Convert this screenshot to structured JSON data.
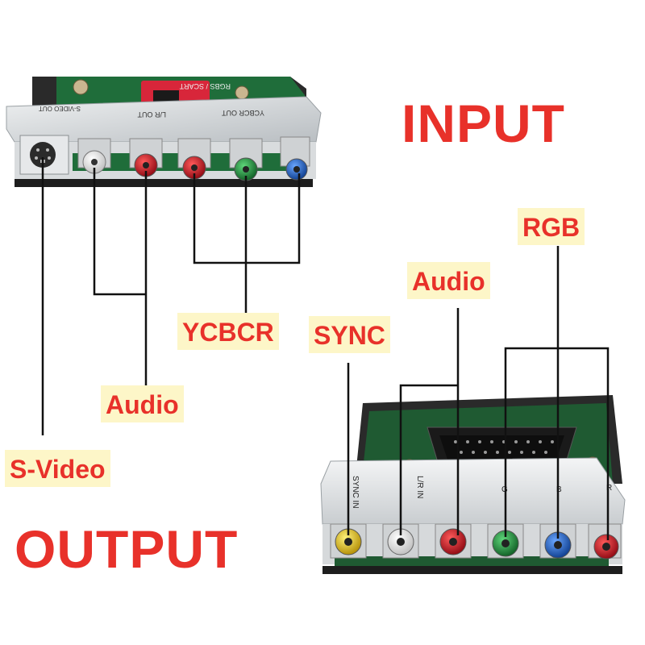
{
  "headings": {
    "input": "INPUT",
    "output": "OUTPUT"
  },
  "output_board": {
    "silkscreen": {
      "svideo": "S-VIDEO OUT",
      "lr": "L/R OUT",
      "ycbcr": "YCBCR OUT",
      "top": "RGBS / SCART"
    },
    "labels": {
      "ycbcr": "YCBCR",
      "audio": "Audio",
      "svideo": "S-Video"
    }
  },
  "input_board": {
    "silkscreen": {
      "sync": "SYNC IN",
      "lr": "L/R IN",
      "r": "R",
      "g": "G",
      "b": "B"
    },
    "labels": {
      "sync": "SYNC",
      "audio": "Audio",
      "rgb": "RGB"
    }
  },
  "colors": {
    "label_text": "#e8312a",
    "label_bg": "#fdf6c8",
    "jack_white": "#f2f2f2",
    "jack_red": "#c8121e",
    "jack_green": "#1f9a3a",
    "jack_blue": "#1d5fc4",
    "jack_yellow": "#e9c411",
    "pcb": "#1f6d3a"
  },
  "icons": [
    "rca-jack-icon",
    "s-video-port-icon",
    "scart-port-icon",
    "pcb-board-icon"
  ]
}
